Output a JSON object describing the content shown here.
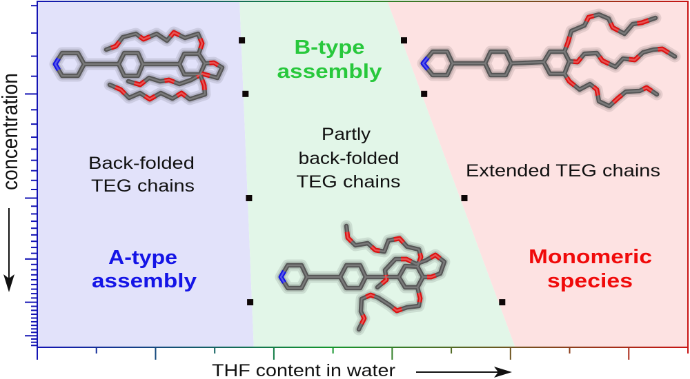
{
  "chart_data": {
    "type": "scatter",
    "title": "",
    "xlabel": "THF content in water",
    "ylabel": "concentration",
    "axis_direction_arrows": {
      "x": "right",
      "y": "down"
    },
    "xscale": "linear",
    "yscale": "log",
    "y_direction": "increasing downward",
    "xlim": [
      0,
      5.5
    ],
    "ylim": [
      0.54,
      5.4
    ],
    "units": "arbitrary (axes carry no numeric tick labels)",
    "xticks": {
      "major": [
        0,
        1,
        2,
        3,
        4,
        5
      ],
      "minor_per_interval": 1,
      "labels": []
    },
    "yticks": {
      "major": [
        1,
        2,
        3,
        4,
        5
      ],
      "minor_per_interval": 8,
      "labels": []
    },
    "grid": false,
    "legend": "none",
    "series": [
      {
        "name": "A-type / B-type boundary",
        "marker": "square",
        "color": "#0d0606",
        "points": [
          {
            "x": 1.73,
            "y": 0.7
          },
          {
            "x": 1.76,
            "y": 1
          },
          {
            "x": 1.79,
            "y": 2
          },
          {
            "x": 1.8,
            "y": 4
          }
        ]
      },
      {
        "name": "B-type / monomer boundary",
        "marker": "square",
        "color": "#0d0606",
        "points": [
          {
            "x": 3.1,
            "y": 0.7
          },
          {
            "x": 3.27,
            "y": 1
          },
          {
            "x": 3.61,
            "y": 2
          },
          {
            "x": 3.93,
            "y": 4
          }
        ]
      }
    ],
    "boundaries": [
      {
        "name": "A-type / B-type",
        "x_at_ymin": 1.71,
        "x_at_ymax": 1.83
      },
      {
        "name": "B-type / monomer",
        "x_at_ymin": 2.96,
        "x_at_ymax": 4.04
      }
    ],
    "regions": [
      {
        "name": "A-type assembly",
        "color": "#e2e2fa"
      },
      {
        "name": "B-type assembly",
        "color": "#e2f6e8"
      },
      {
        "name": "Monomeric species",
        "color": "#fde2e2"
      }
    ],
    "annotations": {
      "a_conformation": [
        "Back-folded",
        "TEG chains"
      ],
      "a_phase": [
        "A-type",
        "assembly"
      ],
      "b_phase": [
        "B-type",
        "assembly"
      ],
      "b_conformation": [
        "Partly",
        "back-folded",
        "TEG chains"
      ],
      "m_conformation": [
        "Extended TEG chains"
      ],
      "m_phase": [
        "Monomeric",
        "species"
      ]
    },
    "annotation_colors": {
      "text": "#111111",
      "a_phase": "#1414e6",
      "b_phase": "#28c83c",
      "m_phase": "#f00a0a"
    }
  },
  "molecule_models": [
    {
      "name": "back-folded conformer",
      "shown_in": "A-type assembly"
    },
    {
      "name": "partly back-folded conformer",
      "shown_in": "B-type assembly"
    },
    {
      "name": "extended conformer",
      "shown_in": "Monomeric species"
    }
  ],
  "style": {
    "axis_gradient": [
      "#1414b4",
      "#14962d",
      "#c81414"
    ],
    "atom_colors": {
      "C": "#555555",
      "O": "#e01010",
      "N": "#1414e6"
    },
    "arrow_color": "#111111"
  }
}
